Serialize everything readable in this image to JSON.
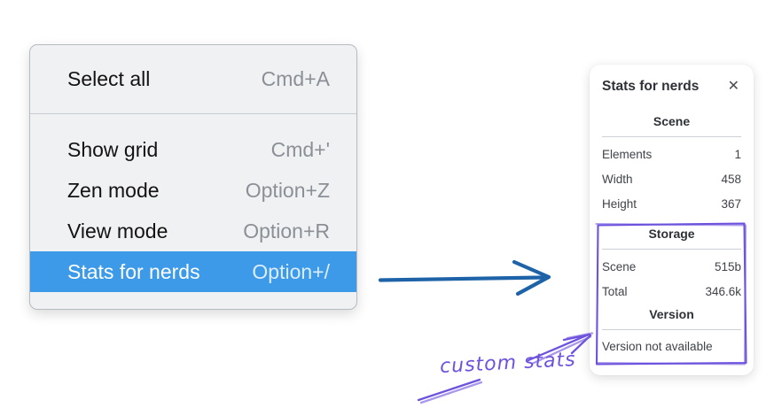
{
  "menu": {
    "groups": [
      {
        "items": [
          {
            "label": "Select all",
            "shortcut": "Cmd+A",
            "selected": false
          }
        ]
      },
      {
        "items": [
          {
            "label": "Show grid",
            "shortcut": "Cmd+'",
            "selected": false
          },
          {
            "label": "Zen mode",
            "shortcut": "Option+Z",
            "selected": false
          },
          {
            "label": "View mode",
            "shortcut": "Option+R",
            "selected": false
          },
          {
            "label": "Stats for nerds",
            "shortcut": "Option+/",
            "selected": true
          }
        ]
      }
    ]
  },
  "panel": {
    "title": "Stats for nerds",
    "close_icon": "✕",
    "sections": [
      {
        "heading": "Scene",
        "rows": [
          [
            "Elements",
            "1"
          ],
          [
            "Width",
            "458"
          ],
          [
            "Height",
            "367"
          ]
        ]
      },
      {
        "heading": "Storage",
        "rows": [
          [
            "Scene",
            "515b"
          ],
          [
            "Total",
            "346.6k"
          ]
        ]
      },
      {
        "heading": "Version",
        "note": "Version not available"
      }
    ]
  },
  "annotation": {
    "label": "custom stats"
  },
  "colors": {
    "menu_highlight": "#3d9ae8",
    "arrow_blue": "#1e63a8",
    "annotation_purple": "#6e52dd"
  }
}
